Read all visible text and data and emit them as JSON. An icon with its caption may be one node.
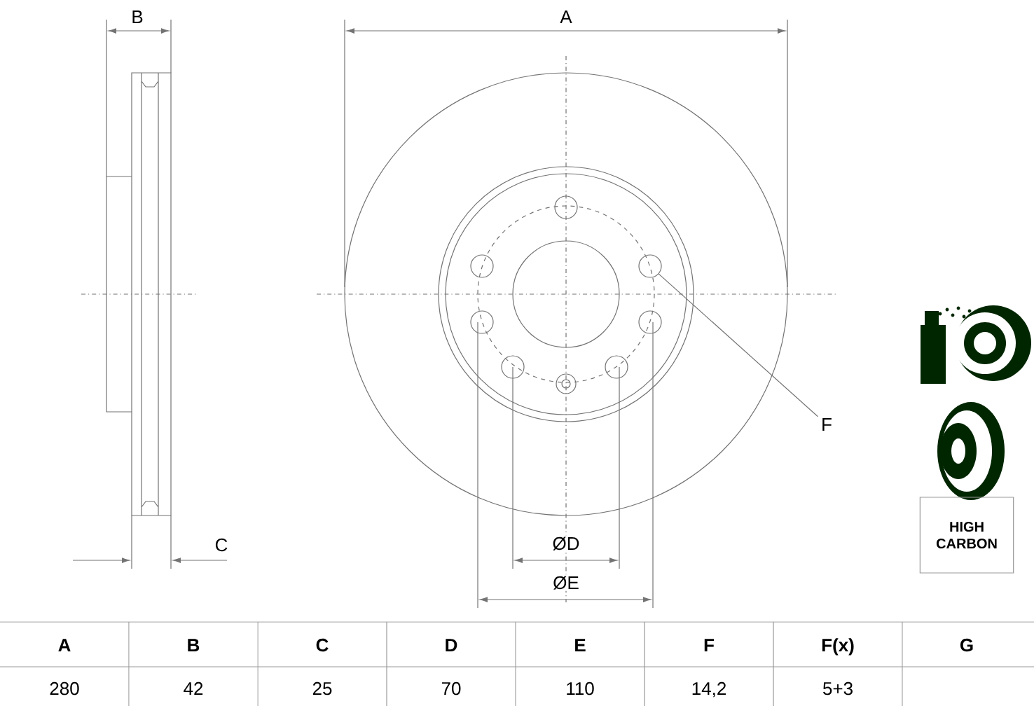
{
  "diagram": {
    "nodes": [
      {
        "text": [
          "F"
        ]
      },
      {
        "text": [],
        "shape": "circle"
      },
      {
        "text": [
          "HIGH CARBON"
        ]
      }
    ],
    "edges": [
      {
        "from": 0,
        "to": 1,
        "arrow": "none"
      }
    ],
    "labels": [
      "B",
      "A",
      "ØD",
      "ØE",
      "C",
      "A",
      "B",
      "C",
      "D",
      "E",
      "F",
      "F(x)",
      "G",
      "280",
      "42",
      "25",
      "70",
      "110",
      "14,2",
      "5+3"
    ]
  }
}
